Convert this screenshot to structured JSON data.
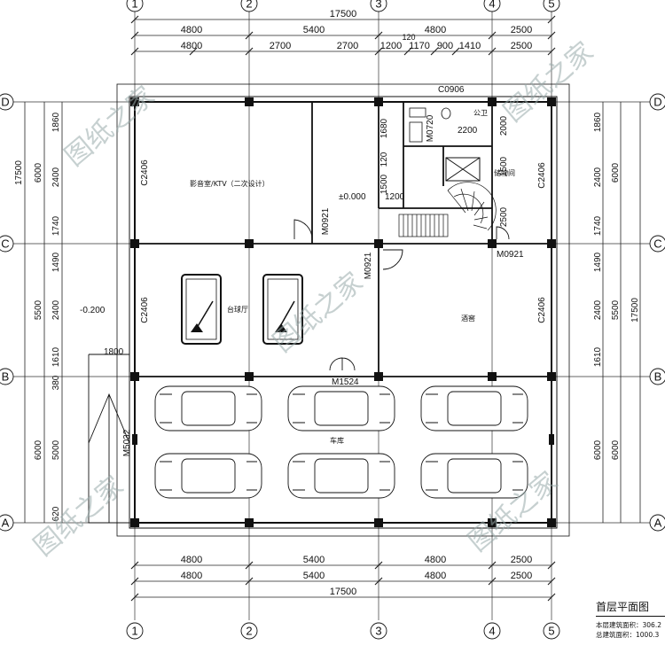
{
  "axes": {
    "cols": [
      "1",
      "2",
      "3",
      "4",
      "5"
    ],
    "rows": [
      "D",
      "C",
      "B",
      "A"
    ]
  },
  "dims": {
    "total": "17500",
    "top1": [
      "4800",
      "5400",
      "4800",
      "2500"
    ],
    "top2": [
      "4800",
      "2700",
      "2700",
      "1200",
      "1170",
      "900",
      "1410",
      "2500"
    ],
    "top_small": "120",
    "bot1": [
      "4800",
      "5400",
      "4800",
      "2500"
    ],
    "bot2": [
      "4800",
      "5400",
      "4800",
      "2500"
    ],
    "left1": [
      "6000",
      "5500",
      "6000"
    ],
    "left2": [
      "1860",
      "2400",
      "1740",
      "1490",
      "2400",
      "1610",
      "380",
      "5000",
      "620"
    ],
    "right1": [
      "6000",
      "5500",
      "6000"
    ],
    "right2": [
      "1860",
      "2400",
      "1740",
      "1490",
      "2400",
      "1610",
      "6000"
    ],
    "total_v": "17500"
  },
  "labels": {
    "c0906": "C0906",
    "c2406_a": "C2406",
    "c2406_b": "C2406",
    "c2406_c": "C2406",
    "c2406_d": "C2406",
    "m0921_a": "M0921",
    "m0921_b": "M0921",
    "m0921_c": "M0921",
    "m0720": "M0720",
    "m1524": "M1524",
    "m5032": "M5032",
    "elev_0": "±0.000",
    "elev_m": "-0.200",
    "d1800": "1800",
    "d1200": "1200",
    "d2200": "2200",
    "d2000": "2000",
    "d1500a": "1500",
    "d1500b": "1500",
    "d120": "120",
    "d1680": "1680",
    "d2500": "2500"
  },
  "rooms": {
    "theater": "影音室/KTV（二次设计）",
    "billiard": "台球厅",
    "bar": "酒窖",
    "garage": "车库",
    "wc": "公卫",
    "storage": "储物间"
  },
  "watermark": "图纸之家",
  "legend": {
    "title": "首层平面图",
    "area_floor_label": "本层建筑面积：306.2",
    "area_total_label": "总建筑面积：1000.3"
  }
}
